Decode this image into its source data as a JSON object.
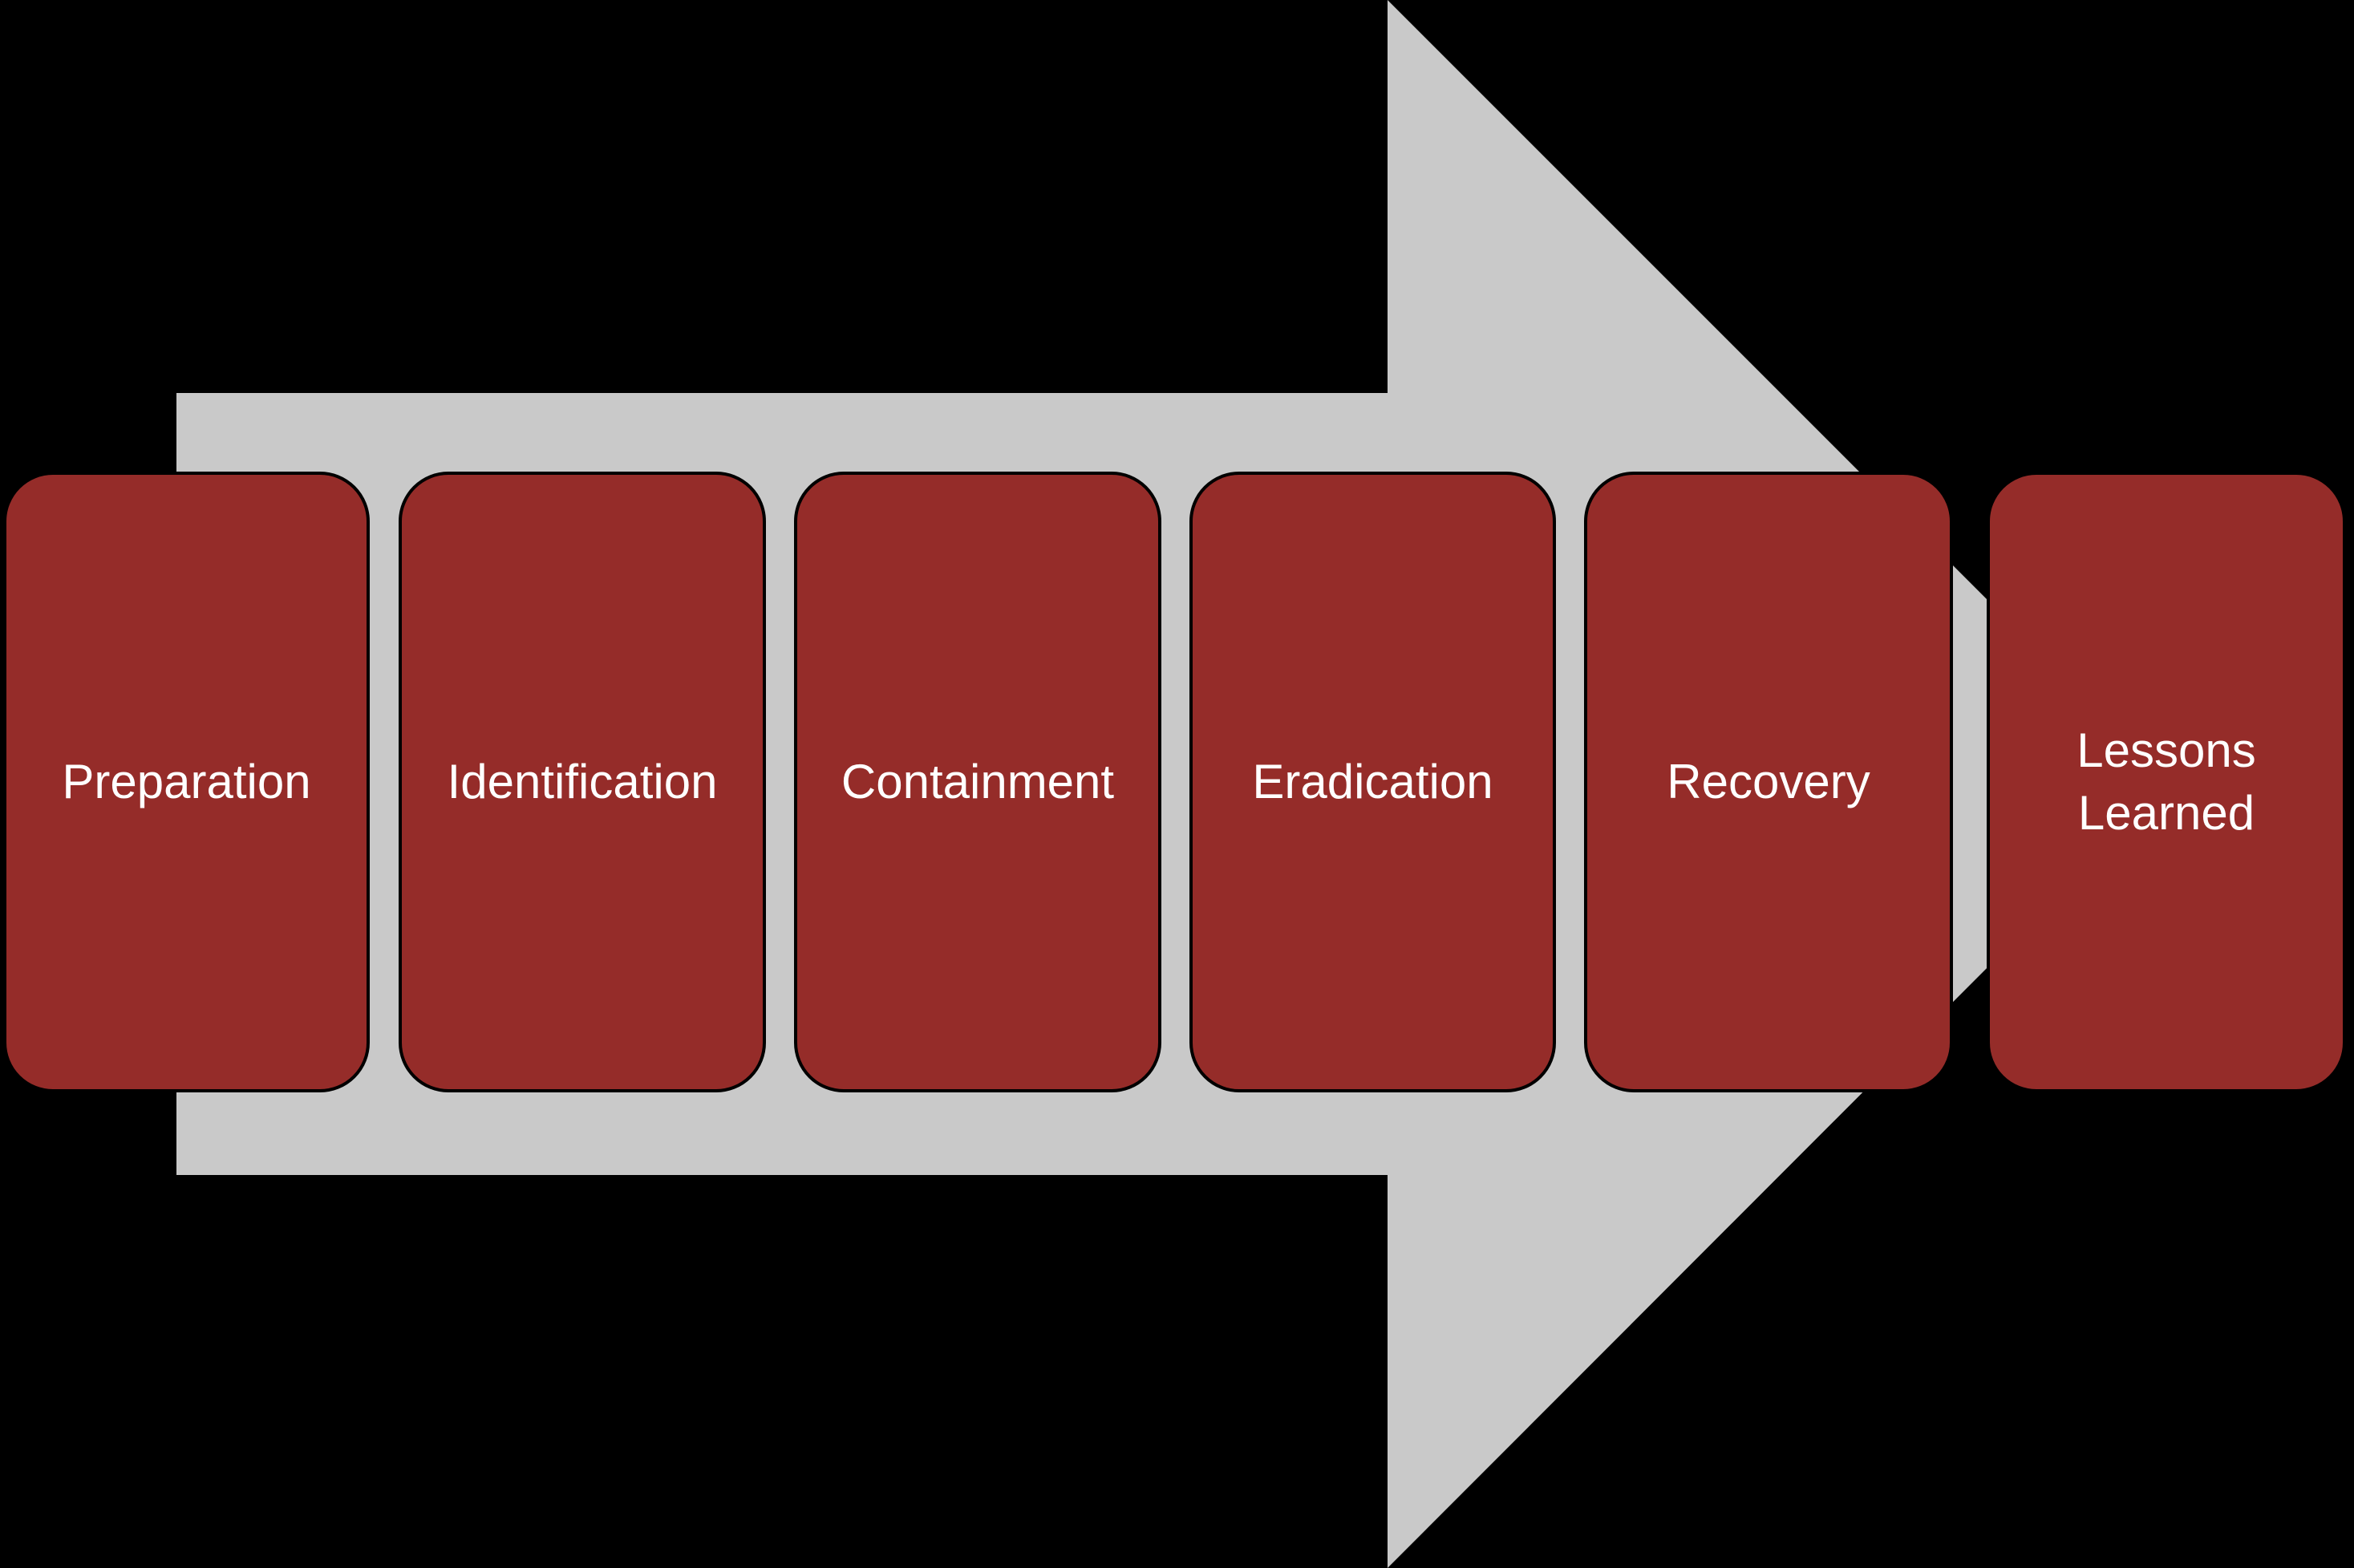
{
  "stages": [
    {
      "label": "Preparation"
    },
    {
      "label": "Identification"
    },
    {
      "label": "Containment"
    },
    {
      "label": "Eradication"
    },
    {
      "label": "Recovery"
    },
    {
      "label": "Lessons Learned"
    }
  ],
  "arrow": {
    "shape": "right-arrow"
  },
  "colors": {
    "background": "#000000",
    "arrow": "#C9C9C9",
    "stage_fill": "#952C29",
    "stage_border": "#000000",
    "stage_text": "#FFFFFF"
  }
}
